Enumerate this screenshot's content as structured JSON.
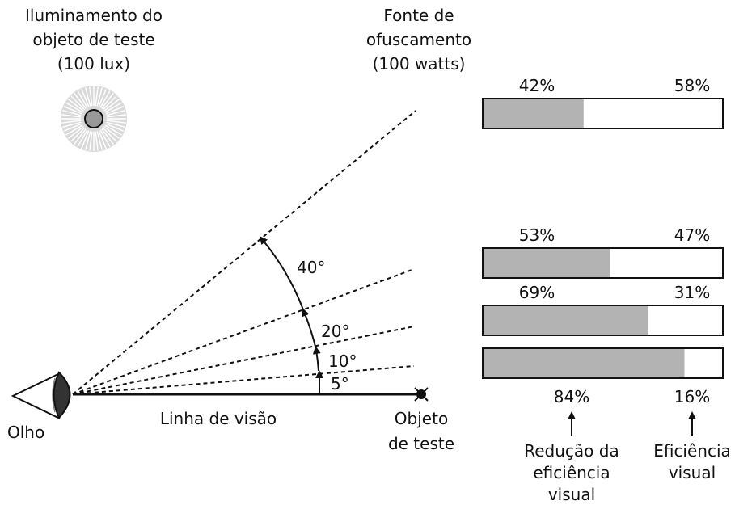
{
  "labels": {
    "test_object_illuminance": [
      "Iluminamento do",
      "objeto de teste",
      "(100 lux)"
    ],
    "glare_source": [
      "Fonte de",
      "ofuscamento",
      "(100 watts)"
    ],
    "eye": "Olho",
    "line_of_sight": "Linha de visão",
    "test_object": [
      "Objeto",
      "de teste"
    ],
    "visual_efficiency_reduction": [
      "Redução da",
      "eficiência",
      "visual"
    ],
    "visual_efficiency": [
      "Eficiência",
      "visual"
    ]
  },
  "angles": [
    "40°",
    "20°",
    "10°",
    "5°"
  ],
  "bars": [
    {
      "angle_deg": 40,
      "reduction_pct": 42,
      "efficiency_pct": 58,
      "reduction_label": "42%",
      "efficiency_label": "58%"
    },
    {
      "angle_deg": 20,
      "reduction_pct": 53,
      "efficiency_pct": 47,
      "reduction_label": "53%",
      "efficiency_label": "47%"
    },
    {
      "angle_deg": 10,
      "reduction_pct": 69,
      "efficiency_pct": 31,
      "reduction_label": "69%",
      "efficiency_label": "31%"
    },
    {
      "angle_deg": 5,
      "reduction_pct": 84,
      "efficiency_pct": 16,
      "reduction_label": "84%",
      "efficiency_label": "16%"
    }
  ],
  "colors": {
    "reduction_fill": "#b3b3b3",
    "efficiency_fill": "#ffffff",
    "stroke": "#111111"
  }
}
